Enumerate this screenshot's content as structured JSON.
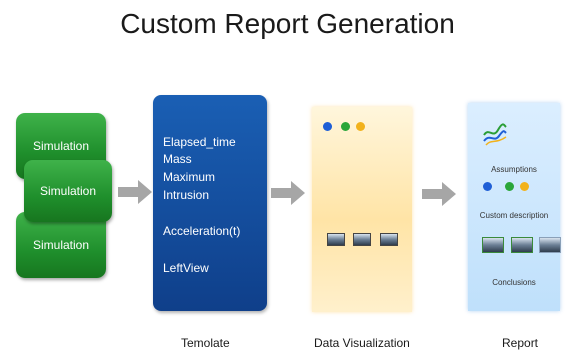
{
  "title": "Custom Report Generation",
  "simulations": [
    "Simulation",
    "Simulation",
    "Simulation"
  ],
  "template": {
    "fields": [
      "Elapsed_time",
      "Mass",
      "Maximum",
      "Intrusion",
      "Acceleration(t)",
      "LeftView"
    ],
    "caption": "Temolate"
  },
  "data_visualization": {
    "caption": "Data Visualization",
    "dot_colors": [
      "#1f5fd6",
      "#2aa63a",
      "#f2b21c"
    ]
  },
  "report": {
    "assumptions": "Assumptions",
    "description": "Custom description",
    "conclusions": "Conclusions",
    "caption": "Report",
    "dot_colors": [
      "#1f5fd6",
      "#2aa63a",
      "#f2b21c"
    ]
  },
  "colors": {
    "simulation": "#2a9e36",
    "template": "#1550a3",
    "arrow": "#a6a6a6"
  }
}
